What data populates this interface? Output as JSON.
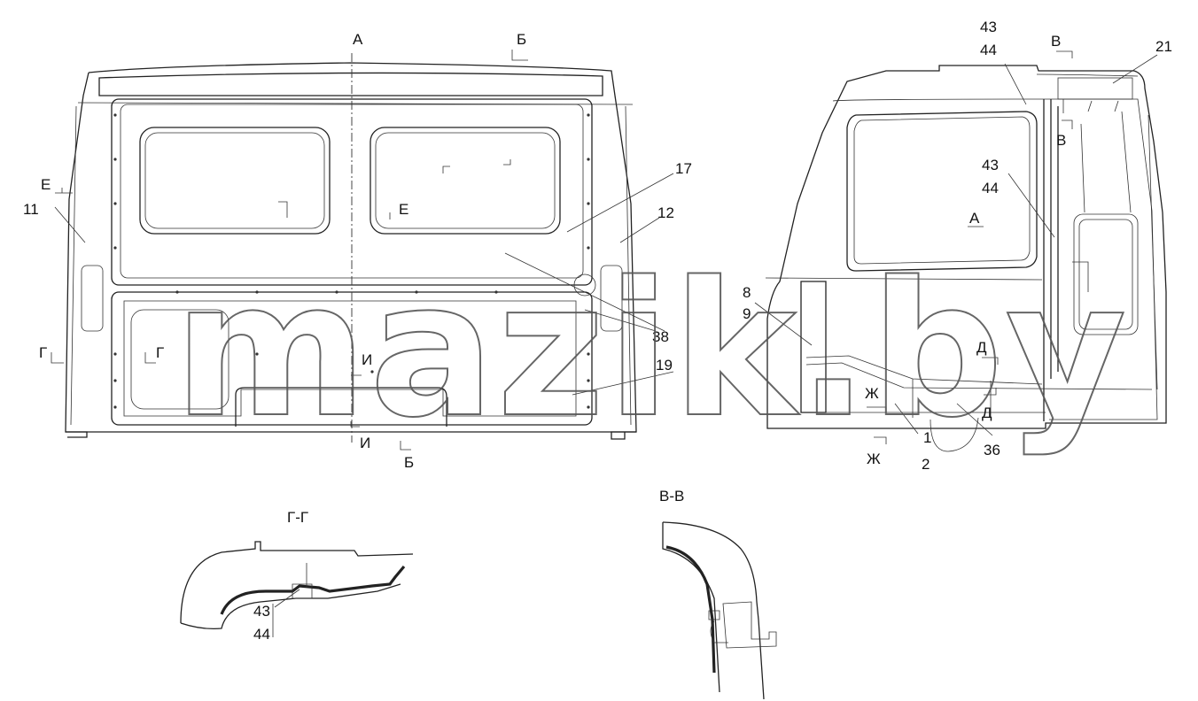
{
  "rear_view": {
    "section_labels": {
      "a_top": "А",
      "b_top": "Б",
      "e_left": "Е",
      "e_center": "Е",
      "g_left": "Г",
      "g_mid": "Г",
      "i_mid": "И",
      "i_bottom": "И",
      "b_bottom": "Б"
    },
    "callouts": {
      "p11": "11",
      "p17": "17",
      "p12": "12",
      "p38": "38",
      "p19": "19"
    }
  },
  "side_view": {
    "section_labels": {
      "v_top": "В",
      "v_mid": "В",
      "a_arrow": "А",
      "d_top": "Д",
      "d_bottom": "Д",
      "zh_mid": "Ж",
      "zh_bottom": "Ж"
    },
    "callouts": {
      "p43_top": "43",
      "p44_top": "44",
      "p43_mid": "43",
      "p44_mid": "44",
      "p21": "21",
      "p8": "8",
      "p9": "9",
      "p1": "1",
      "p2": "2",
      "p36": "36"
    }
  },
  "section_gg": {
    "title": "Г-Г",
    "callouts": {
      "p43": "43",
      "p44": "44"
    }
  },
  "section_vv": {
    "title": "В-В"
  },
  "watermark": {
    "text": "mazik.by",
    "color": "#555555"
  }
}
